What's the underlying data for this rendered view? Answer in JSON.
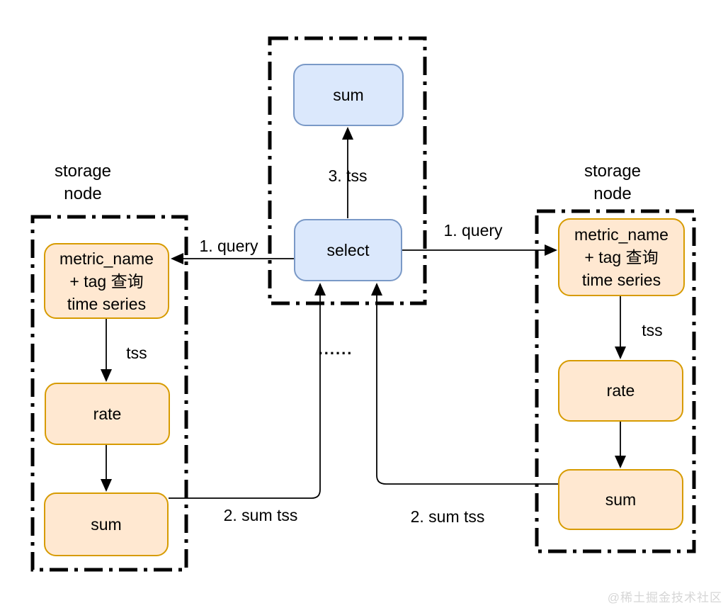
{
  "colors": {
    "blue_fill": "#dbe8fc",
    "blue_stroke": "#7a99c7",
    "orange_fill": "#ffe8d1",
    "orange_stroke": "#d79b00",
    "line": "#000000",
    "watermark": "#d6d6d6"
  },
  "coordinator": {
    "sum": "sum",
    "select": "select",
    "edge_tss_up": "3. tss",
    "ellipsis": "......"
  },
  "left_node": {
    "title": "storage node",
    "metric_lines": [
      "metric_name",
      "+ tag 查询",
      "time series"
    ],
    "rate": "rate",
    "sum": "sum",
    "edge_query": "1. query",
    "edge_tss": "tss",
    "edge_sum_tss": "2. sum tss"
  },
  "right_node": {
    "title": "storage node",
    "metric_lines": [
      "metric_name",
      "+ tag 查询",
      "time series"
    ],
    "rate": "rate",
    "sum": "sum",
    "edge_query": "1. query",
    "edge_tss": "tss",
    "edge_sum_tss": "2. sum tss"
  },
  "watermark": "@稀土掘金技术社区"
}
